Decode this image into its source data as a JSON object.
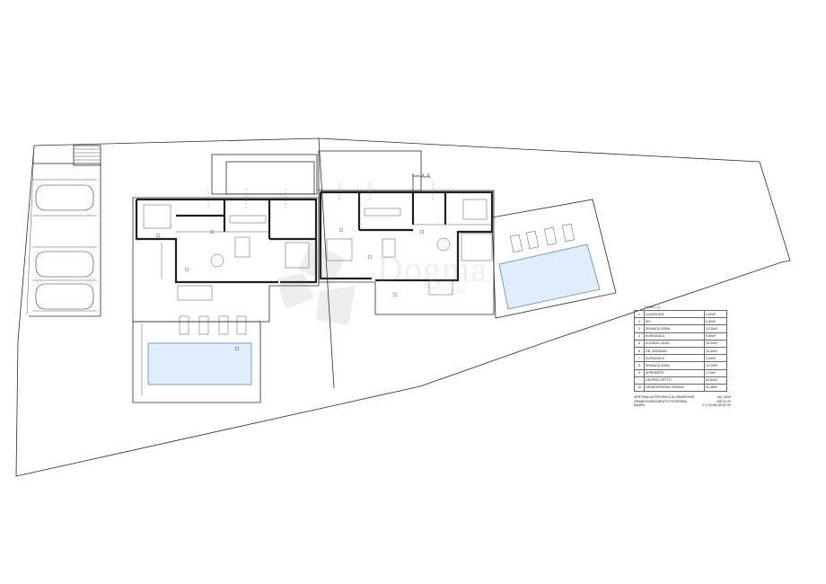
{
  "section_marker": "A-A",
  "legend": {
    "title": "STAN 1-2",
    "rows": [
      {
        "no": "1",
        "room": "ULAZNI HOL",
        "area": "4,60m²"
      },
      {
        "no": "2",
        "room": "WC",
        "area": "2,40m²"
      },
      {
        "no": "3",
        "room": "SPAVAĆA SOBA",
        "area": "13,30m²"
      },
      {
        "no": "4",
        "room": "KUPAONICA",
        "area": "5,80m²"
      },
      {
        "no": "5",
        "room": "KUHINJA, BLAG.",
        "area": "18,90m²"
      },
      {
        "no": "6",
        "room": "DN. BORAVAK",
        "area": "15,40m²"
      },
      {
        "no": "7",
        "room": "KUPAONICA",
        "area": "3,40m²"
      },
      {
        "no": "8",
        "room": "SPAVAĆA SOBA",
        "area": "12,20m²"
      },
      {
        "no": "9",
        "room": "SPREMIŠTE",
        "area": "2,70m²"
      },
      {
        "no": "",
        "room": "UKUPNO NETTO",
        "area": "83,84m²"
      },
      {
        "no": "10",
        "room": "NENATKRIVENA TERASA",
        "area": "42,48m²"
      }
    ],
    "summary": [
      {
        "label": "VERTIKALNA PROJEKCIJA GRAĐEVINE",
        "value": "161,33m²"
      },
      {
        "label": "GRAĐEVINSKA BRUTO POVRŠINA",
        "value": "180,20 m²"
      },
      {
        "label": "BAZEN",
        "value": "2 X 24,96=49,92 m²"
      }
    ]
  },
  "watermark": {
    "brand": "Dogma",
    "sub": "nekr"
  },
  "colors": {
    "line": "#2b2b2b",
    "pool_fill": "#dfeefa",
    "pool_edge": "#5a8bb5",
    "background": "#ffffff"
  }
}
